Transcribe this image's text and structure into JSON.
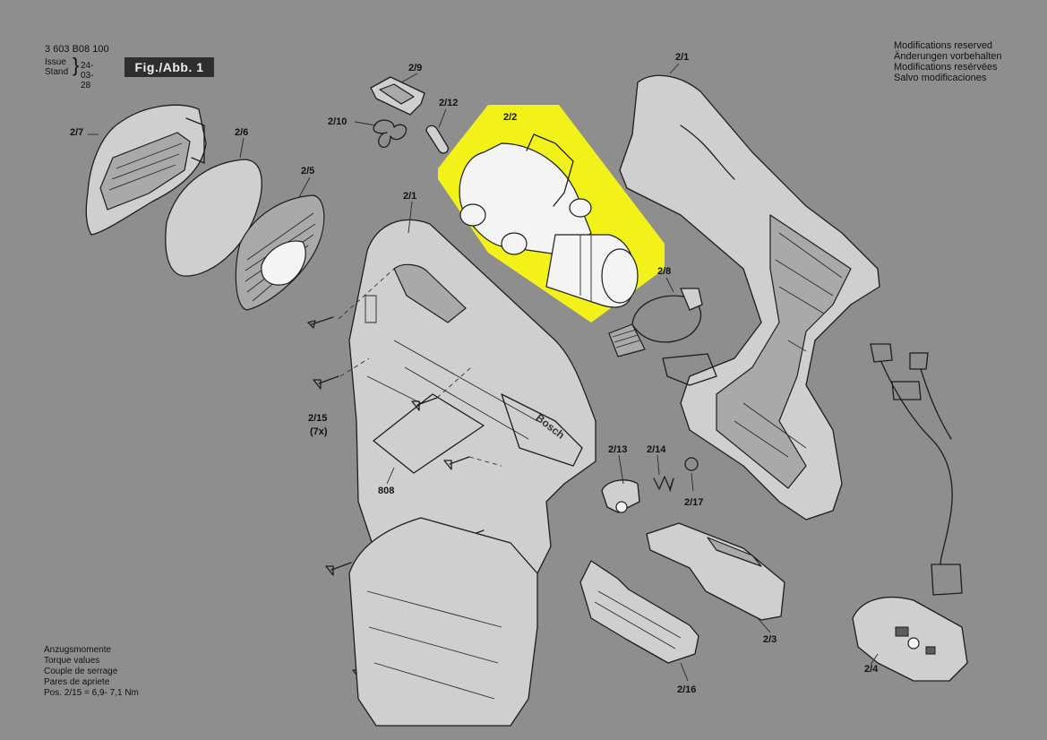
{
  "header": {
    "part_number": "3 603 B08 100",
    "issue_label": "Issue",
    "stand_label": "Stand",
    "date": "24-03-28",
    "figure": "Fig./Abb. 1"
  },
  "notice": {
    "lines": [
      "Modifications reserved",
      "Änderungen vorbehalten",
      "Modifications resérvées",
      "Salvo modificaciones"
    ]
  },
  "torque": {
    "lines": [
      "Anzugsmomente",
      "Torque values",
      "Couple de serrage",
      "Pares de apriete",
      "Pos. 2/15 = 6,9- 7,1 Nm"
    ]
  },
  "parts": {
    "p2_1_top": "2/1",
    "p2_1_housing": "2/1",
    "p2_2": "2/2",
    "p2_3": "2/3",
    "p2_4": "2/4",
    "p2_5": "2/5",
    "p2_6": "2/6",
    "p2_7": "2/7",
    "p2_8": "2/8",
    "p2_9": "2/9",
    "p2_10": "2/10",
    "p2_12": "2/12",
    "p2_13": "2/13",
    "p2_14": "2/14",
    "p2_15": "2/15",
    "p2_15_qty": "(7x)",
    "p2_16": "2/16",
    "p2_17": "2/17",
    "p808": "808"
  },
  "brand_text": "Bosch",
  "colors": {
    "background": "#8e8e8e",
    "highlight": "#f2f21a",
    "badge": "#2e2e2e"
  }
}
